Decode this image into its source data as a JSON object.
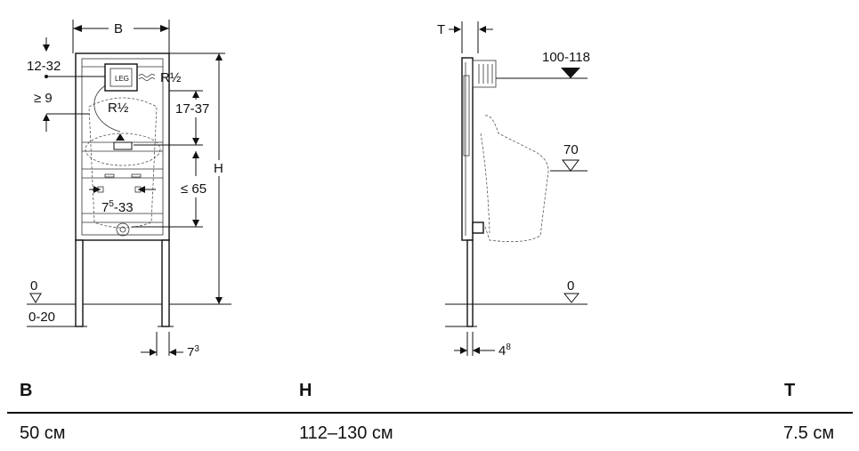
{
  "front_view": {
    "B": "B",
    "dim_12_32": "12-32",
    "R_half_top": "R½",
    "ge_9": "≥ 9",
    "R_half_mid": "R½",
    "dim_17_37": "17-37",
    "H": "H",
    "le_65": "≤ 65",
    "dim_7_5_base": "7",
    "dim_7_5_sup": "5",
    "dim_7_5_rest": "-33",
    "zero": "0",
    "dim_0_20": "0-20",
    "dim_7_3_base": "7",
    "dim_7_3_sup": "3"
  },
  "side_view": {
    "T": "T",
    "dim_100_118": "100-118",
    "dim_70": "70",
    "zero": "0",
    "dim_4_8_base": "4",
    "dim_4_8_sup": "8"
  },
  "specs": {
    "headers": {
      "B": "B",
      "H": "H",
      "T": "T"
    },
    "values": {
      "B": "50 см",
      "H": "112–130 см",
      "T": "7.5 см"
    }
  },
  "colors": {
    "line": "#111111",
    "background": "#ffffff"
  }
}
